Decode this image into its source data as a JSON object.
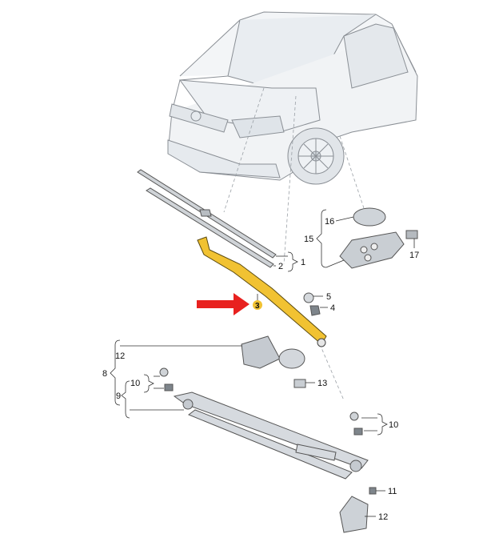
{
  "diagram": {
    "highlight_color": "#f1c232",
    "arrow_color": "#e8211f",
    "line_color": "#4a4a4a",
    "callouts": {
      "c1": "1",
      "c2": "2",
      "c3": "3",
      "c4": "4",
      "c5": "5",
      "c8": "8",
      "c9": "9",
      "c10a": "10",
      "c10b": "10",
      "c11": "11",
      "c12a": "12",
      "c12b": "12",
      "c13": "13",
      "c15": "15",
      "c16": "16",
      "c17": "17"
    },
    "parts": {
      "car": "vehicle-front-view",
      "wiper_blade": "wiper-blade",
      "wiper_arm": "wiper-arm",
      "wiper_motor": "wiper-motor",
      "linkage": "wiper-linkage",
      "rain_sensor": "rain-light-sensor",
      "cover_pad": "sensor-cover-pad"
    }
  }
}
